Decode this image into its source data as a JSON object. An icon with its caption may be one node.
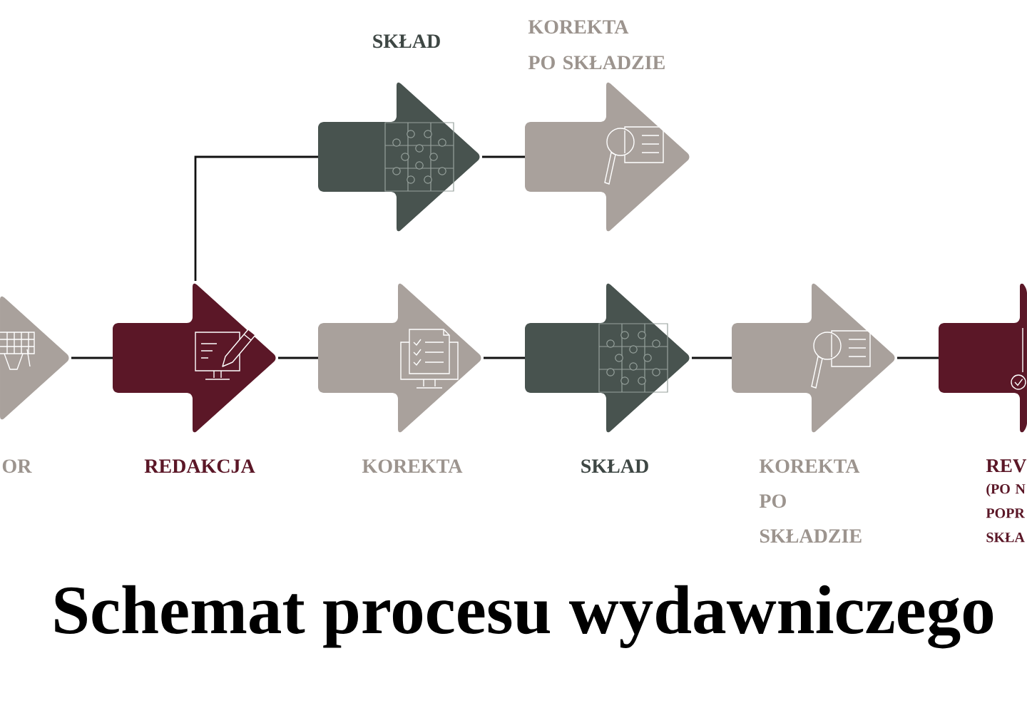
{
  "diagram": {
    "title": "Schemat procesu wydawniczego",
    "nodes": [
      {
        "text": [
          "SKŁAD"
        ]
      },
      {
        "text": [
          "KOREKTA PO SKŁADZIE"
        ]
      },
      {
        "text": [
          "OR"
        ]
      },
      {
        "text": [
          "REDAKCJA"
        ]
      },
      {
        "text": [
          "KOREKTA"
        ]
      },
      {
        "text": [
          "SKŁAD"
        ]
      },
      {
        "text": [
          "KOREKTA PO SKŁADZIE"
        ]
      },
      {
        "text": [
          "REV",
          "(PO N POPR SKŁA"
        ]
      }
    ],
    "edges": [
      {
        "from": 0,
        "to": 1,
        "arrow": "none"
      },
      {
        "from": 2,
        "to": 3,
        "arrow": "none"
      },
      {
        "from": 3,
        "to": 0,
        "arrow": "none"
      },
      {
        "from": 3,
        "to": 4,
        "arrow": "none"
      },
      {
        "from": 4,
        "to": 5,
        "arrow": "none"
      },
      {
        "from": 5,
        "to": 6,
        "arrow": "none"
      },
      {
        "from": 6,
        "to": 7,
        "arrow": "none"
      }
    ]
  }
}
